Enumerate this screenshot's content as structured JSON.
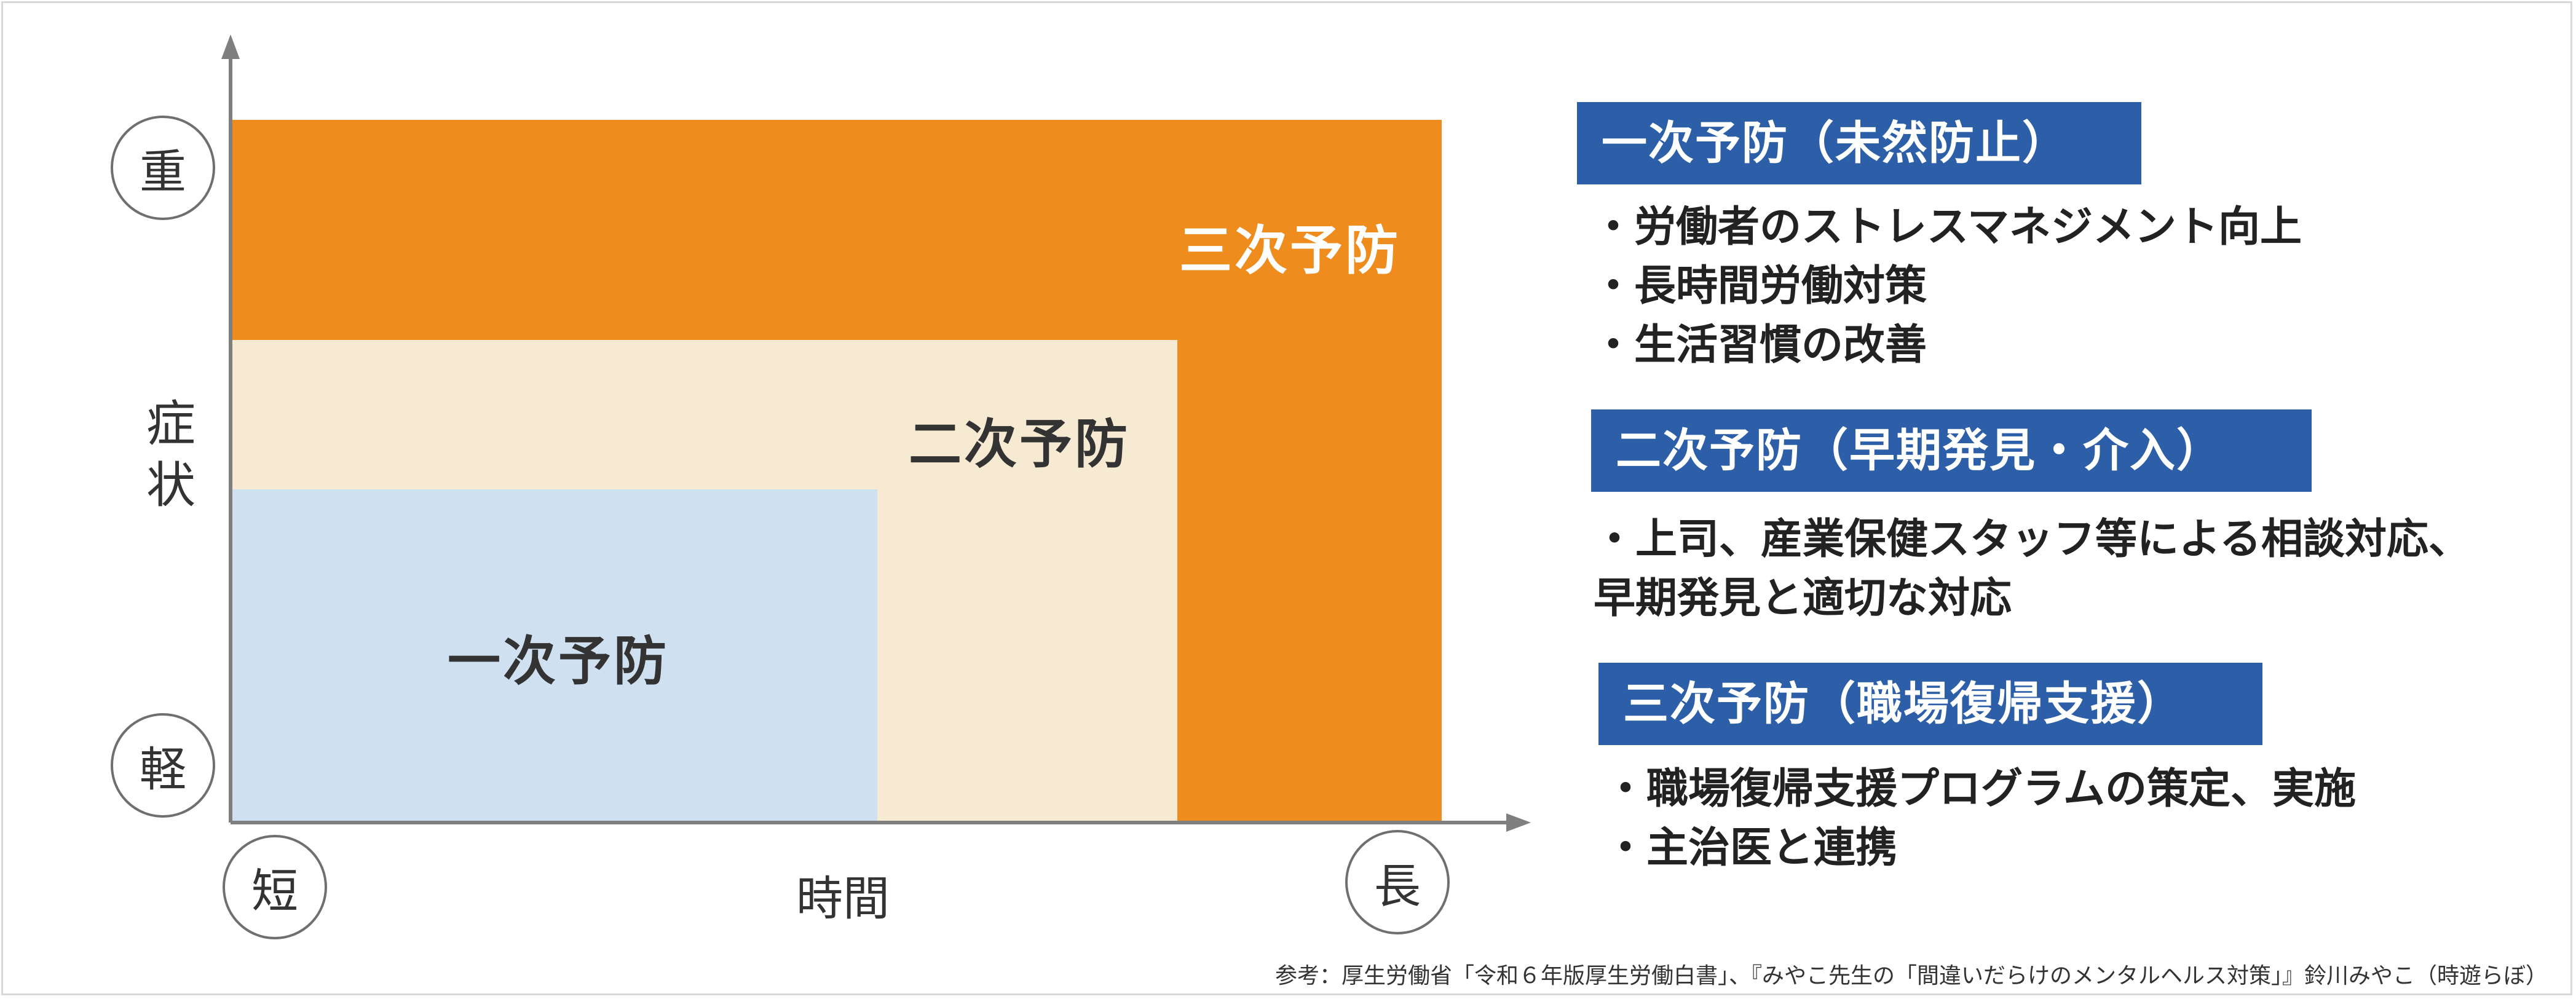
{
  "diagram": {
    "zones": [
      {
        "id": "tertiary",
        "label": "三次予防",
        "color": "#ee8c1e",
        "label_color": "#ffffff"
      },
      {
        "id": "secondary",
        "label": "二次予防",
        "color": "#f7ead3",
        "label_color": "#333333"
      },
      {
        "id": "primary",
        "label": "一次予防",
        "color": "#cfe0f0",
        "label_color": "#333333"
      }
    ],
    "y_axis": {
      "title_chars": [
        "症",
        "状"
      ],
      "top": "重",
      "bottom": "軽"
    },
    "x_axis": {
      "title": "時間",
      "left": "短",
      "right": "長"
    },
    "axis_color": "#7f7f7f"
  },
  "sections": [
    {
      "heading": "一次予防（未然防止）",
      "items": [
        "・労働者のストレスマネジメント向上",
        "・長時間労働対策",
        "・生活習慣の改善"
      ]
    },
    {
      "heading": "二次予防（早期発見・介入）",
      "items": [
        "・上司、産業保健スタッフ等による相談対応、",
        "早期発見と適切な対応"
      ]
    },
    {
      "heading": "三次予防（職場復帰支援）",
      "items": [
        "・職場復帰支援プログラムの策定、実施",
        "・主治医と連携"
      ]
    }
  ],
  "heading_color": "#2d5fa9",
  "reference": "参考：厚生労働省「令和６年版厚生労働白書」、『みやこ先生の「間違いだらけのメンタルヘルス対策」』鈴川みやこ（時遊らぼ）"
}
